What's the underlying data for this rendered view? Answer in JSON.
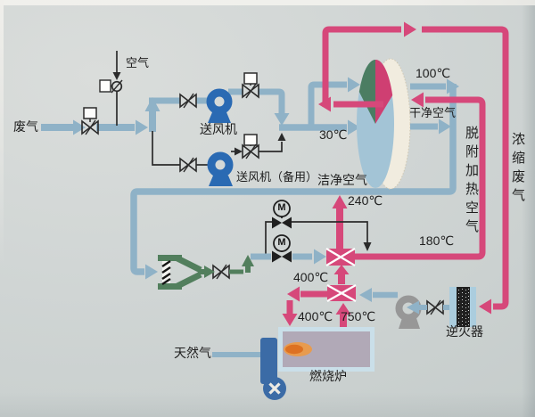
{
  "diagram": {
    "type": "process-flow-diagram",
    "subject": "rotor concentrator and combustion furnace waste gas treatment system",
    "labels": {
      "air": "空气",
      "waste_gas": "废气",
      "blower_main": "送风机",
      "blower_backup": "送风机（备用）",
      "temp_inlet": "30℃",
      "temp_outlet": "100℃",
      "clean_air_outlet": "干净空气",
      "clean_air_duct": "洁净空气",
      "desorption_heating_air": "脱附加热空气",
      "concentrated_waste_gas": "浓缩废气",
      "temp_exhaust": "240℃",
      "temp_desorption": "180℃",
      "temp_hx_out": "400℃",
      "temp_furnace_feed": "400℃",
      "temp_furnace_out": "750℃",
      "natural_gas": "天然气",
      "furnace": "燃烧炉",
      "flame_arrester": "逆火器",
      "motor_valve_1": "M",
      "motor_valve_2": "M"
    },
    "colors": {
      "paper": "#d1d6d5",
      "duct_blue": "#8fb2c7",
      "hot_pink": "#d6487a",
      "thin_black": "#2b2b2b",
      "blower_blue": "#2a6ab3",
      "filter_green": "#527f5d",
      "fan_grey": "#979797",
      "wheel_body": "#a3c4d6",
      "wheel_green_sector": "#4b7d62",
      "wheel_pink_sector": "#cf3f72",
      "wheel_rim": "#f1ecdf",
      "furnace_border": "#cadfe9",
      "furnace_inner": "#b1a9b7",
      "flame_outer": "#e89b4e",
      "flame_inner": "#dd7122",
      "arrester_shell": "#abcdde",
      "arrester_core": "#202020"
    },
    "components": [
      "rotor-concentrator-wheel",
      "main-blower",
      "backup-blower",
      "combustion-fan",
      "heat-exchanger-1",
      "heat-exchanger-2",
      "combustion-furnace",
      "burner",
      "flame-arrester",
      "intake-filter",
      "motor-valve-1",
      "motor-valve-2",
      "manual-valves",
      "control-valves"
    ]
  }
}
